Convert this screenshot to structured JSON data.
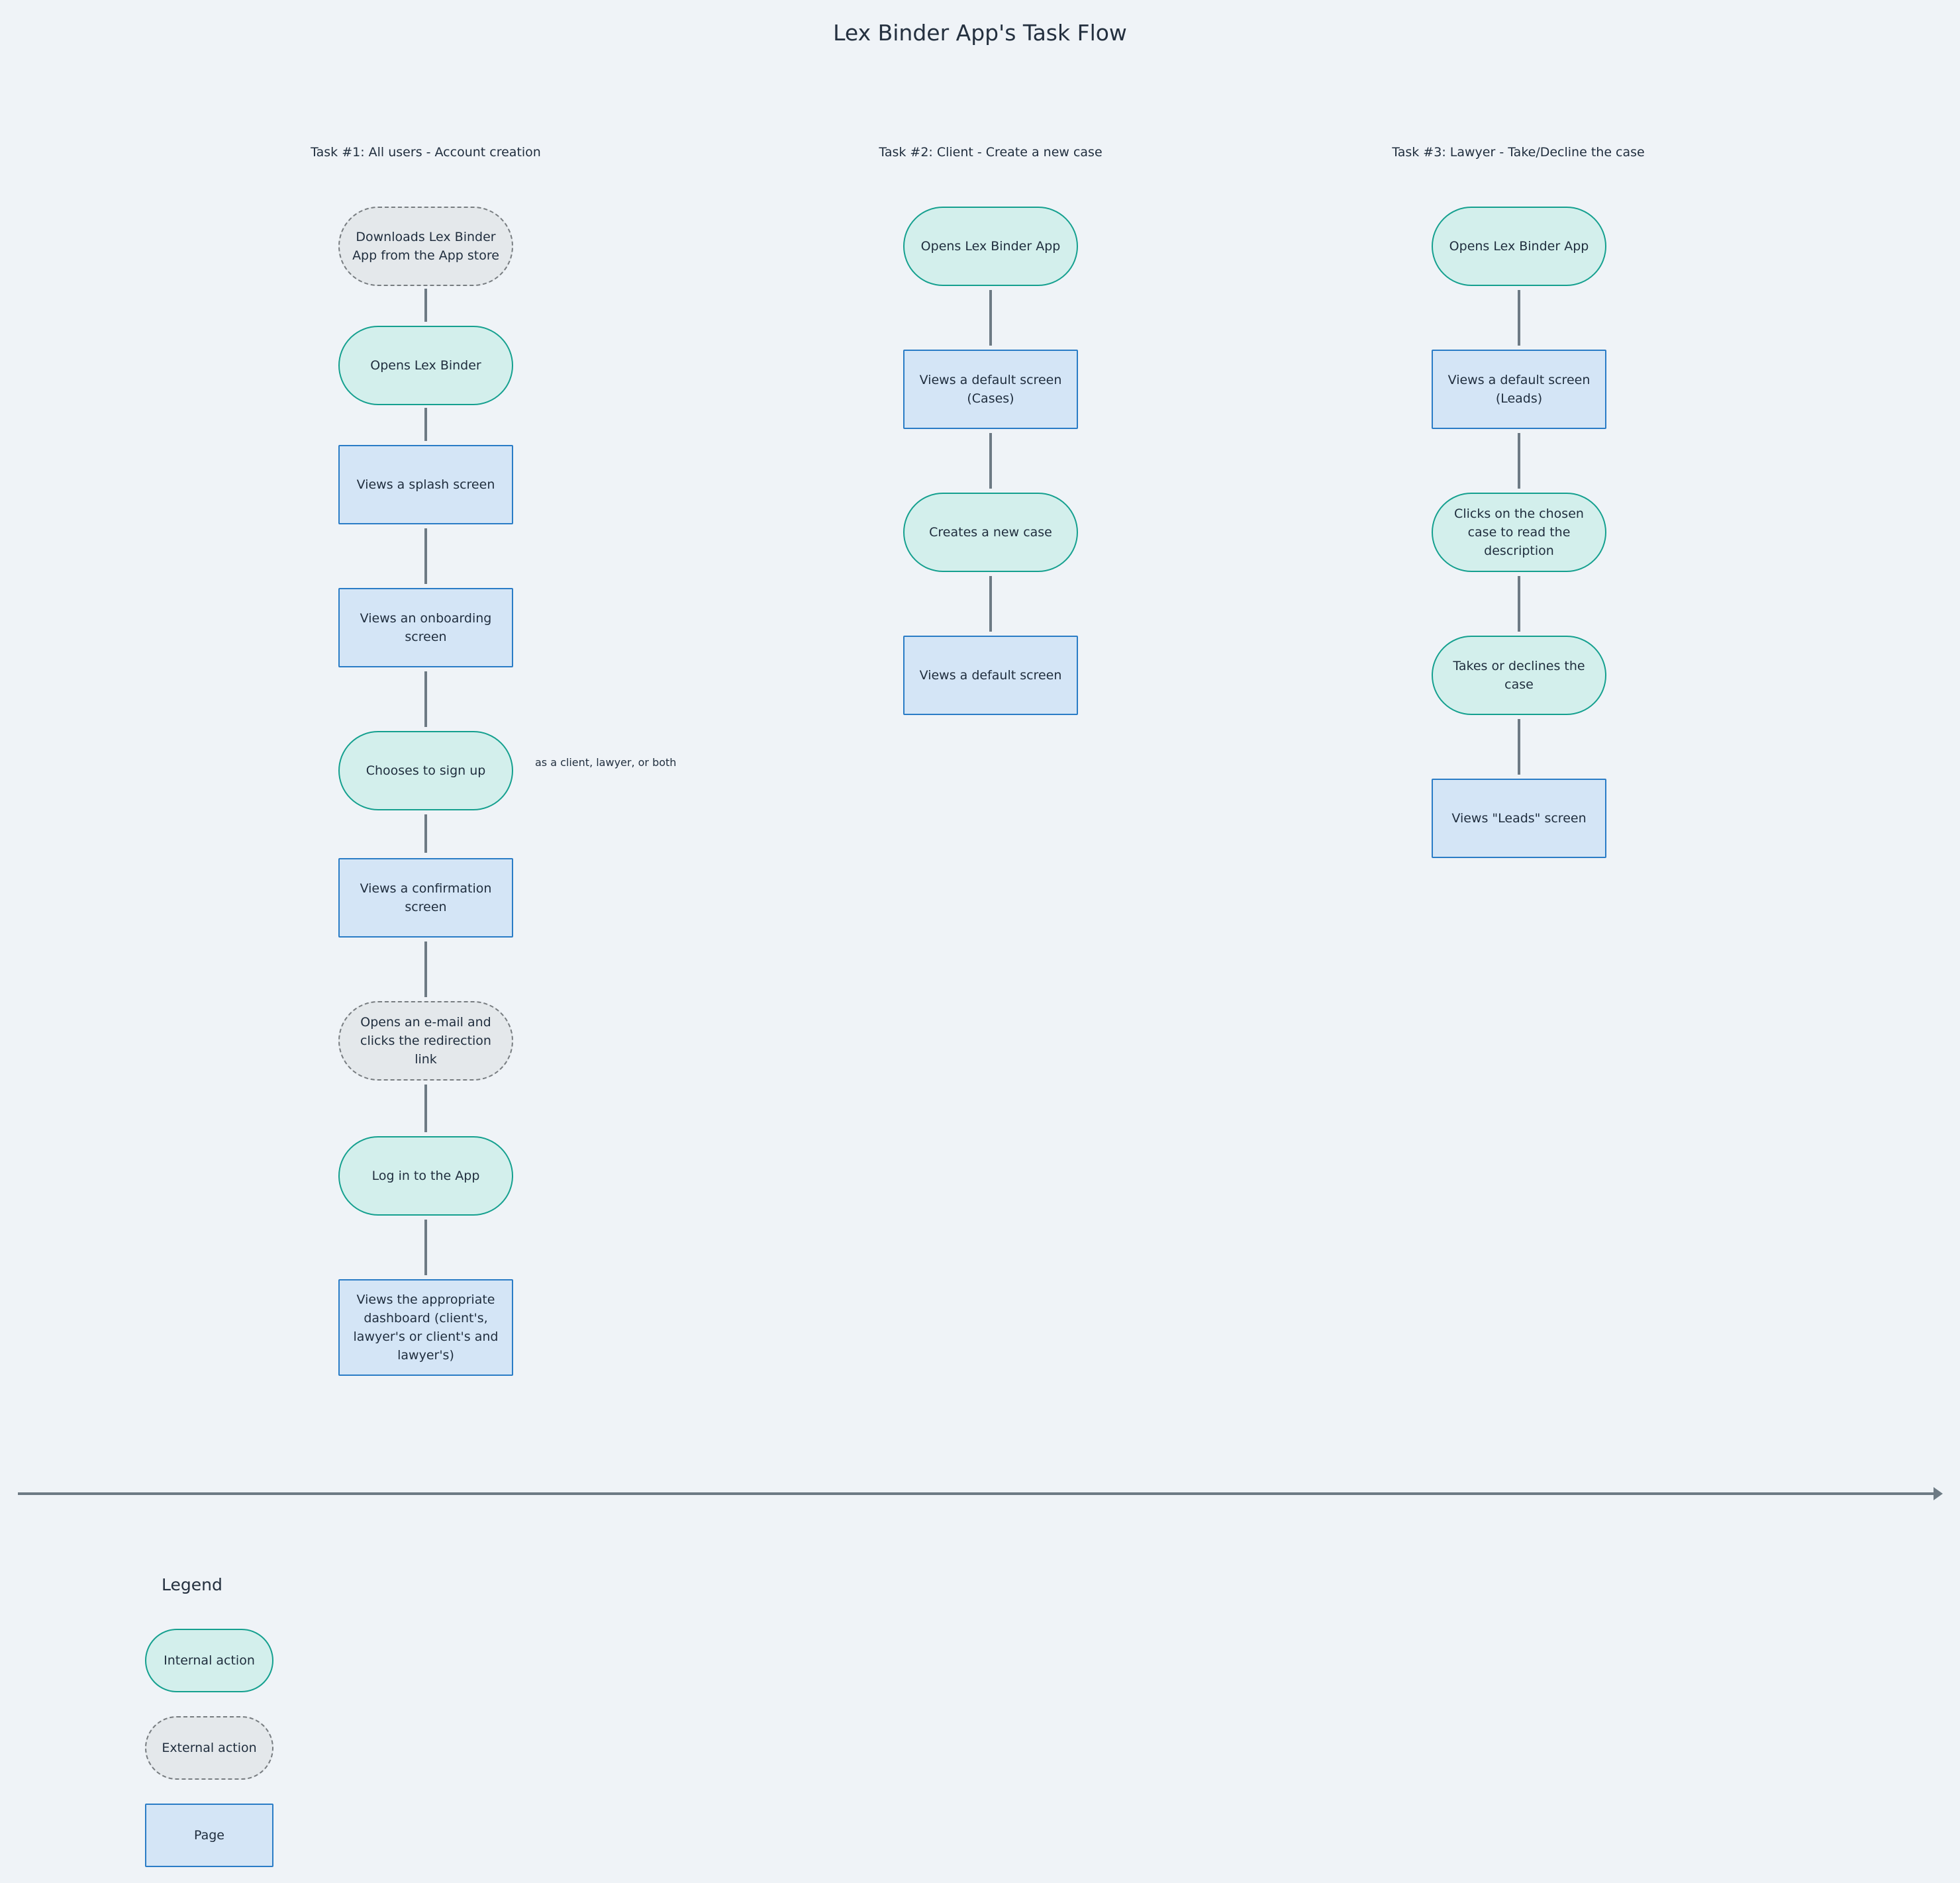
{
  "title": "Lex Binder App's Task Flow",
  "colors": {
    "background": "#eff3f7",
    "internal_fill": "#d3efec",
    "internal_stroke": "#15a08f",
    "external_fill": "#e4e8eb",
    "external_stroke": "#777c80",
    "page_fill": "#d4e5f6",
    "page_stroke": "#2a7cc6",
    "connector": "#6d7a84"
  },
  "tasks": [
    {
      "header": "Task #1: All users - Account creation",
      "steps": [
        {
          "type": "external",
          "label": "Downloads Lex Binder App from the App store"
        },
        {
          "type": "internal",
          "label": "Opens Lex Binder"
        },
        {
          "type": "page",
          "label": "Views a splash screen"
        },
        {
          "type": "page",
          "label": "Views an onboarding screen"
        },
        {
          "type": "internal",
          "label": "Chooses to sign up",
          "note": "as a client, lawyer, or both"
        },
        {
          "type": "page",
          "label": "Views a confirmation screen"
        },
        {
          "type": "external",
          "label": "Opens an e-mail and clicks the redirection link"
        },
        {
          "type": "internal",
          "label": "Log in to the App"
        },
        {
          "type": "page",
          "label": "Views the appropriate dashboard (client's, lawyer's or client's and lawyer's)"
        }
      ]
    },
    {
      "header": "Task #2: Client - Create a new case",
      "steps": [
        {
          "type": "internal",
          "label": "Opens Lex Binder App"
        },
        {
          "type": "page",
          "label": "Views a default screen (Cases)"
        },
        {
          "type": "internal",
          "label": "Creates a new case"
        },
        {
          "type": "page",
          "label": "Views a default screen"
        }
      ]
    },
    {
      "header": "Task #3: Lawyer - Take/Decline the case",
      "steps": [
        {
          "type": "internal",
          "label": "Opens Lex Binder App"
        },
        {
          "type": "page",
          "label": "Views a default screen (Leads)"
        },
        {
          "type": "internal",
          "label": "Clicks on the chosen case to read the description"
        },
        {
          "type": "internal",
          "label": "Takes or declines the case"
        },
        {
          "type": "page",
          "label": "Views \"Leads\" screen"
        }
      ]
    }
  ],
  "legend": {
    "title": "Legend",
    "items": [
      {
        "type": "internal",
        "label": "Internal action"
      },
      {
        "type": "external",
        "label": "External action"
      },
      {
        "type": "page",
        "label": "Page"
      }
    ]
  }
}
